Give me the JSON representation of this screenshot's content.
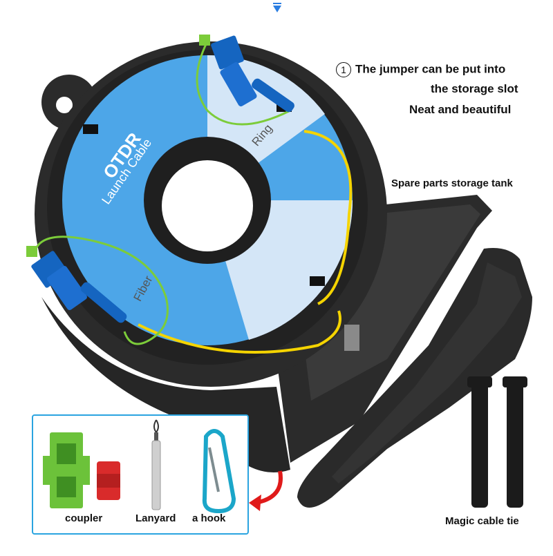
{
  "callouts": {
    "number": "1",
    "line1": "The jumper can be put into",
    "line2": "the storage slot",
    "line3": "Neat and beautiful",
    "spare_tank": "Spare parts storage tank",
    "magic_tie": "Magic cable tie"
  },
  "reel": {
    "title": "OTDR",
    "subtitle": "Launch Cable",
    "label_ring": "Ring",
    "label_fiber": "Fiber"
  },
  "accessories": {
    "coupler": "coupler",
    "lanyard": "Lanyard",
    "hook": "a hook"
  },
  "colors": {
    "case": "#2b2b2b",
    "disc_blue": "#4da6e8",
    "disc_light": "#d4e6f7",
    "connector_blue": "#1565c0",
    "fiber_yellow": "#f5d400",
    "fiber_green": "#7ccc3a",
    "coupler_green": "#6cc23a",
    "coupler_red": "#d92b2b",
    "hook_cyan": "#1ba6c9",
    "accent_blue": "#2aa4e0",
    "arrow_red": "#e01a1a"
  }
}
